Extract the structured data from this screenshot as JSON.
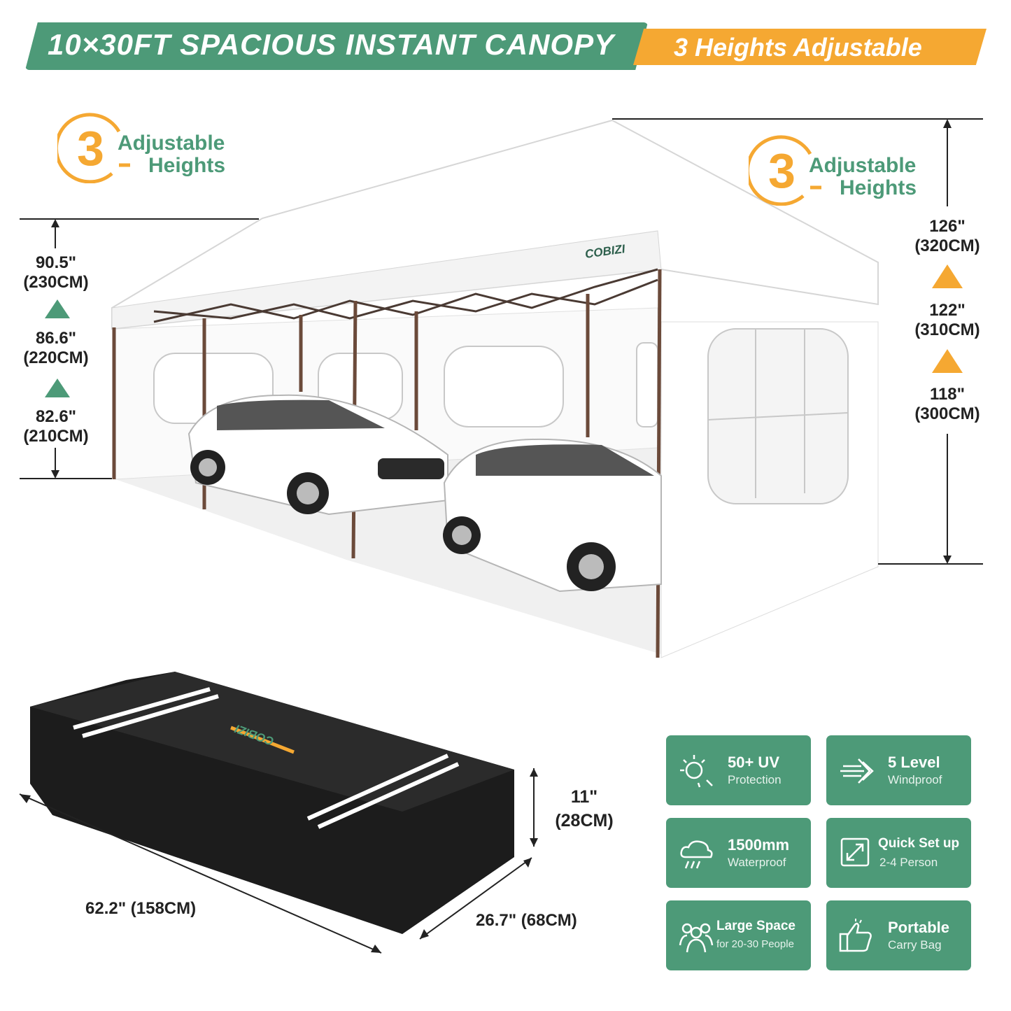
{
  "banner": {
    "title": "10×30FT SPACIOUS INSTANT CANOPY",
    "subtitle": "3 Heights Adjustable"
  },
  "badge_left": {
    "number": "3",
    "line1": "Adjustable",
    "line2": "Heights"
  },
  "badge_right": {
    "number": "3",
    "line1": "Adjustable",
    "line2": "Heights"
  },
  "brand": "COBIZI",
  "eave_heights": [
    {
      "inch": "90.5\"",
      "cm": "(230CM)"
    },
    {
      "inch": "86.6\"",
      "cm": "(220CM)"
    },
    {
      "inch": "82.6\"",
      "cm": "(210CM)"
    }
  ],
  "peak_heights": [
    {
      "inch": "126\"",
      "cm": "(320CM)"
    },
    {
      "inch": "122\"",
      "cm": "(310CM)"
    },
    {
      "inch": "118\"",
      "cm": "(300CM)"
    }
  ],
  "bag": {
    "height": {
      "inch": "11\"",
      "cm": "(28CM)"
    },
    "length": "62.2\" (158CM)",
    "width": "26.7\" (68CM)"
  },
  "features": [
    {
      "icon": "sun-uv-icon",
      "title": "50+ UV",
      "sub": "Protection"
    },
    {
      "icon": "wind-icon",
      "title": "5 Level",
      "sub": "Windproof"
    },
    {
      "icon": "rain-cloud-icon",
      "title": "1500mm",
      "sub": "Waterproof"
    },
    {
      "icon": "expand-arrows-icon",
      "title": "Quick Set up",
      "sub": "2-4 Person"
    },
    {
      "icon": "people-group-icon",
      "title": "Large Space",
      "sub": "for 20-30 People"
    },
    {
      "icon": "thumbs-up-icon",
      "title": "Portable",
      "sub": "Carry Bag"
    }
  ],
  "colors": {
    "green": "#4d9a78",
    "orange": "#f5a832",
    "frame": "#6b4a3a"
  }
}
